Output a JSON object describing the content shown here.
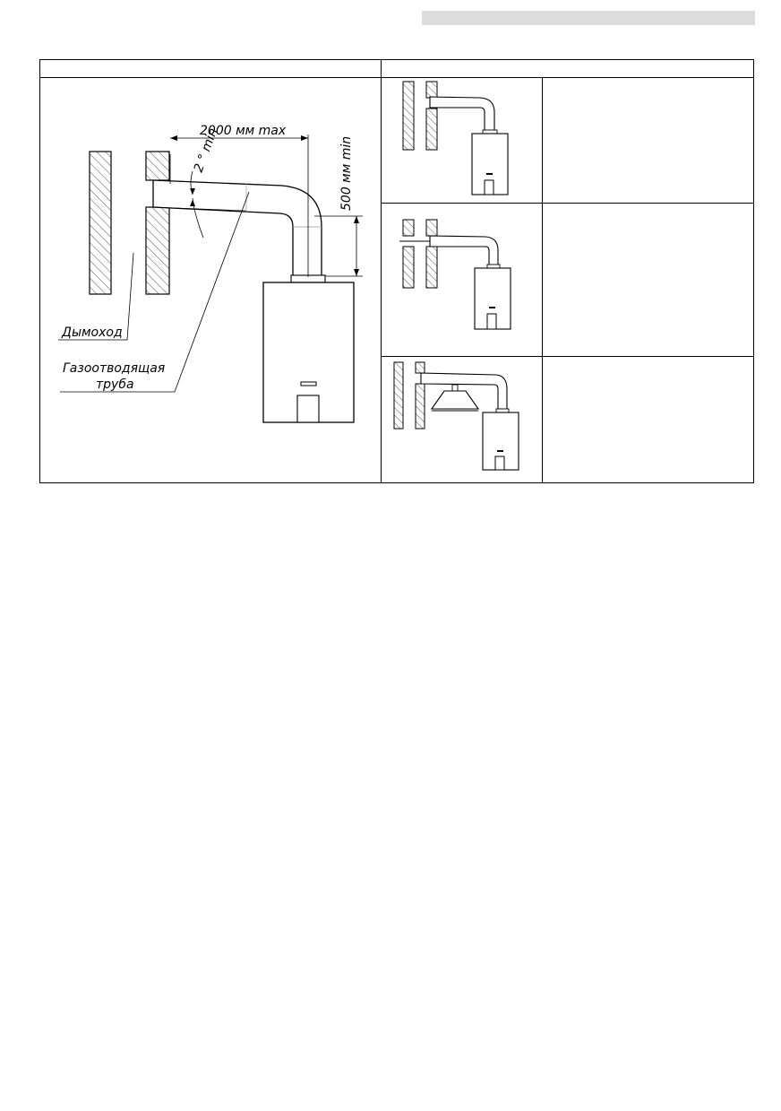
{
  "header": {
    "bar_color": "#dcdcdc"
  },
  "table": {
    "col1_header": "",
    "col2_header": ""
  },
  "main_figure": {
    "dim_length": "2000 мм max",
    "dim_angle": "2 ° min",
    "dim_height": "500 мм min",
    "label_chimney": "Дымоход",
    "label_pipe_line1": "Газоотводящая",
    "label_pipe_line2": "труба"
  },
  "variants": [
    {
      "description": ""
    },
    {
      "description": ""
    },
    {
      "description": ""
    }
  ]
}
